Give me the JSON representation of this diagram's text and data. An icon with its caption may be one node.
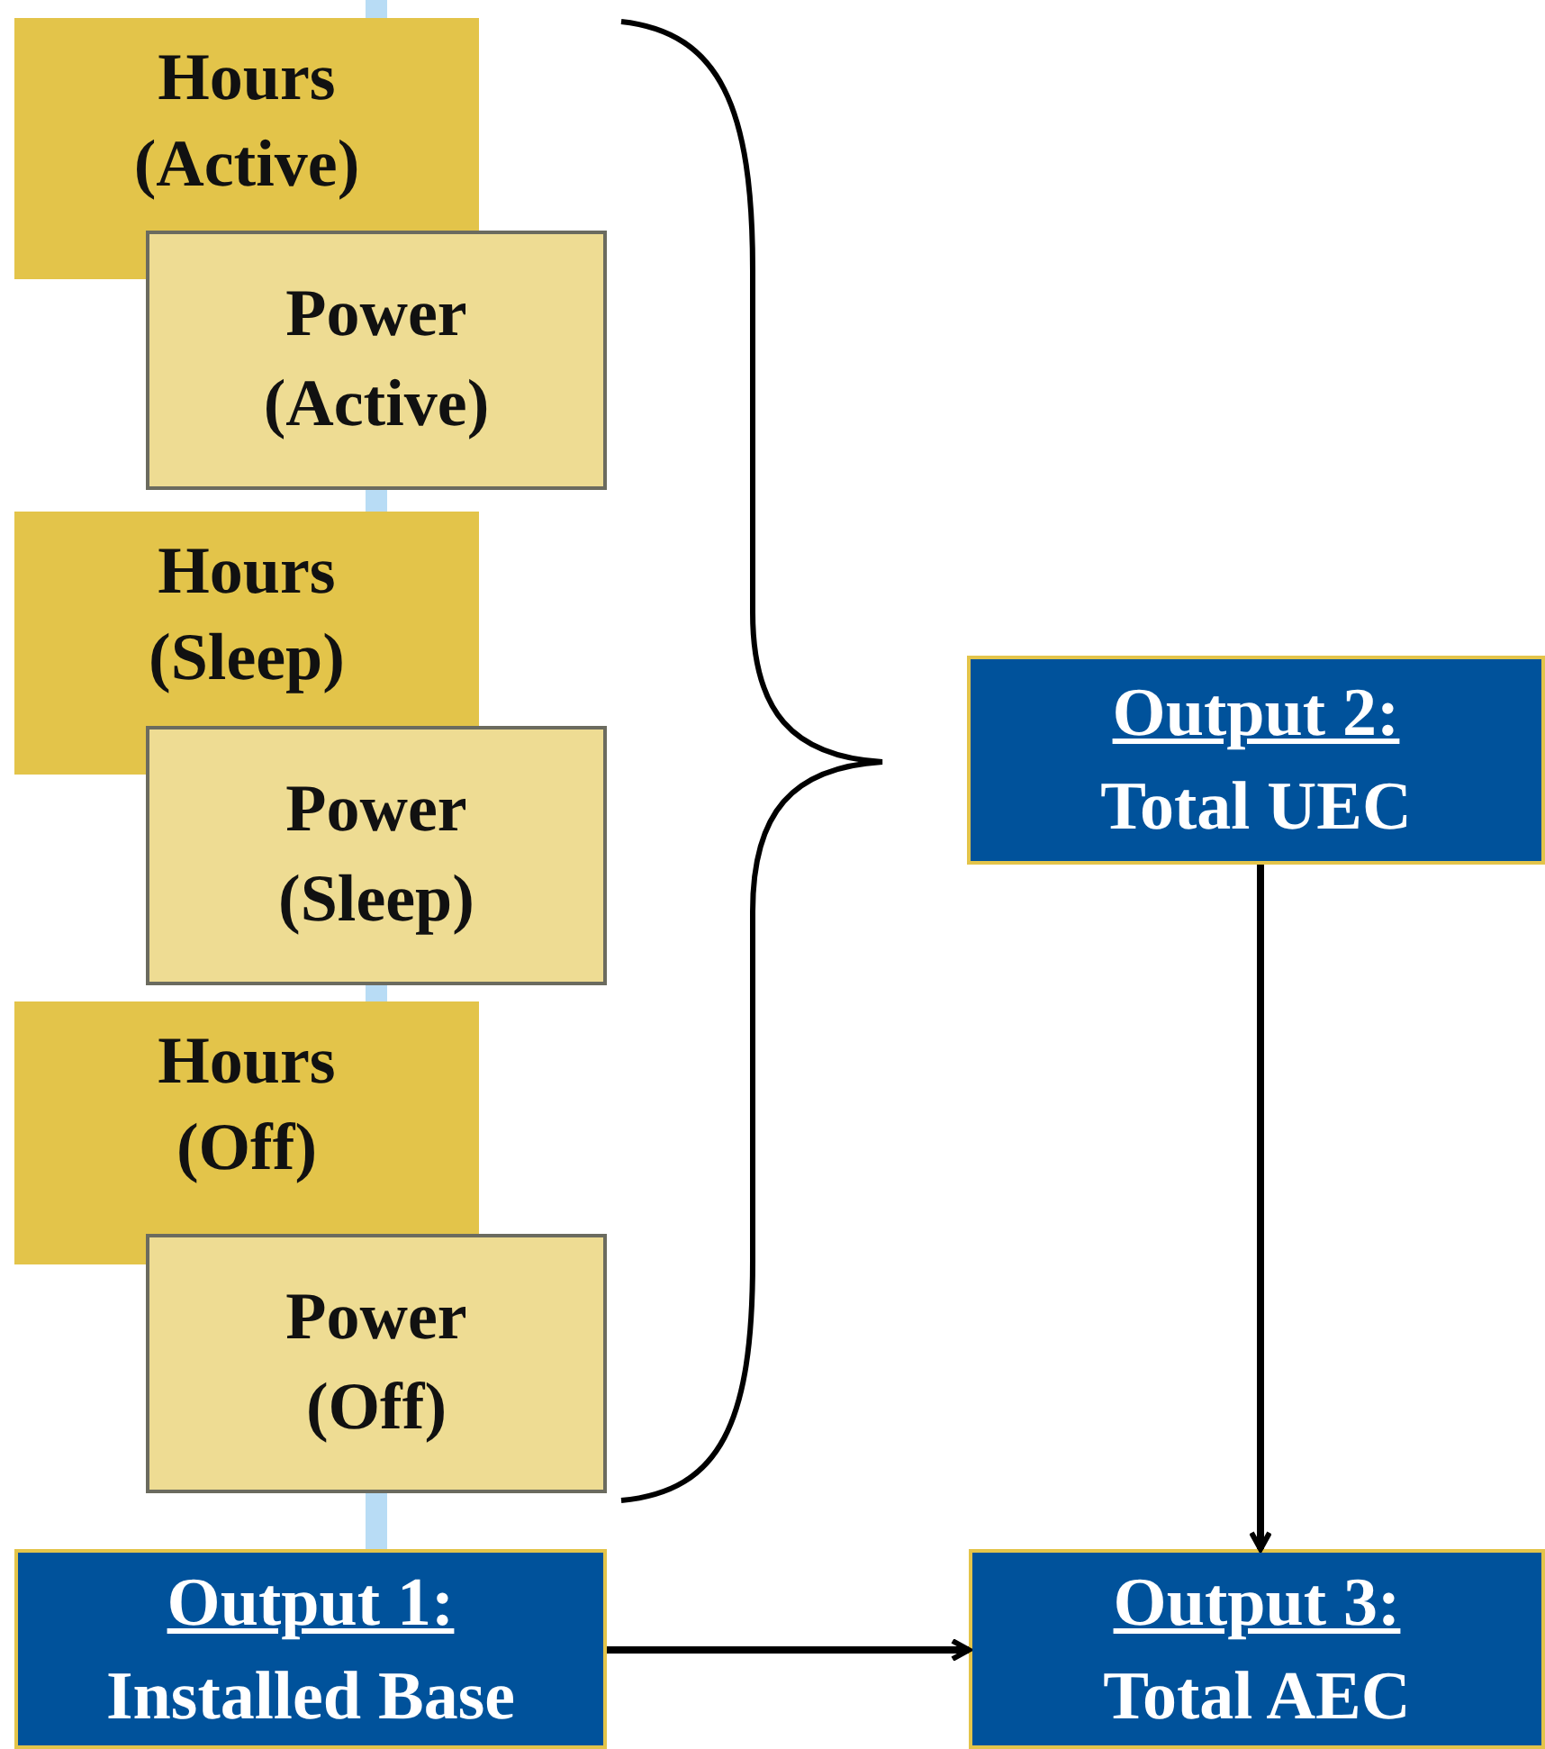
{
  "diagram": {
    "nodes": [
      {
        "text": [
          "Hours (Active)"
        ]
      },
      {
        "text": [
          "Power (Active)"
        ]
      },
      {
        "text": [
          "Hours (Sleep)"
        ]
      },
      {
        "text": [
          "Power (Sleep)"
        ]
      },
      {
        "text": [
          "Hours (Off)"
        ]
      },
      {
        "text": [
          "Power (Off)"
        ]
      },
      {
        "text": [
          "Output 2:",
          "Total UEC"
        ]
      },
      {
        "text": [
          "Output 1:",
          "Installed Base"
        ]
      },
      {
        "text": [
          "Output 3:",
          "Total AEC"
        ]
      }
    ],
    "edges": [
      {
        "from": 6,
        "to": 8,
        "arrow": "to"
      },
      {
        "from": 7,
        "to": 8,
        "arrow": "to"
      }
    ]
  }
}
